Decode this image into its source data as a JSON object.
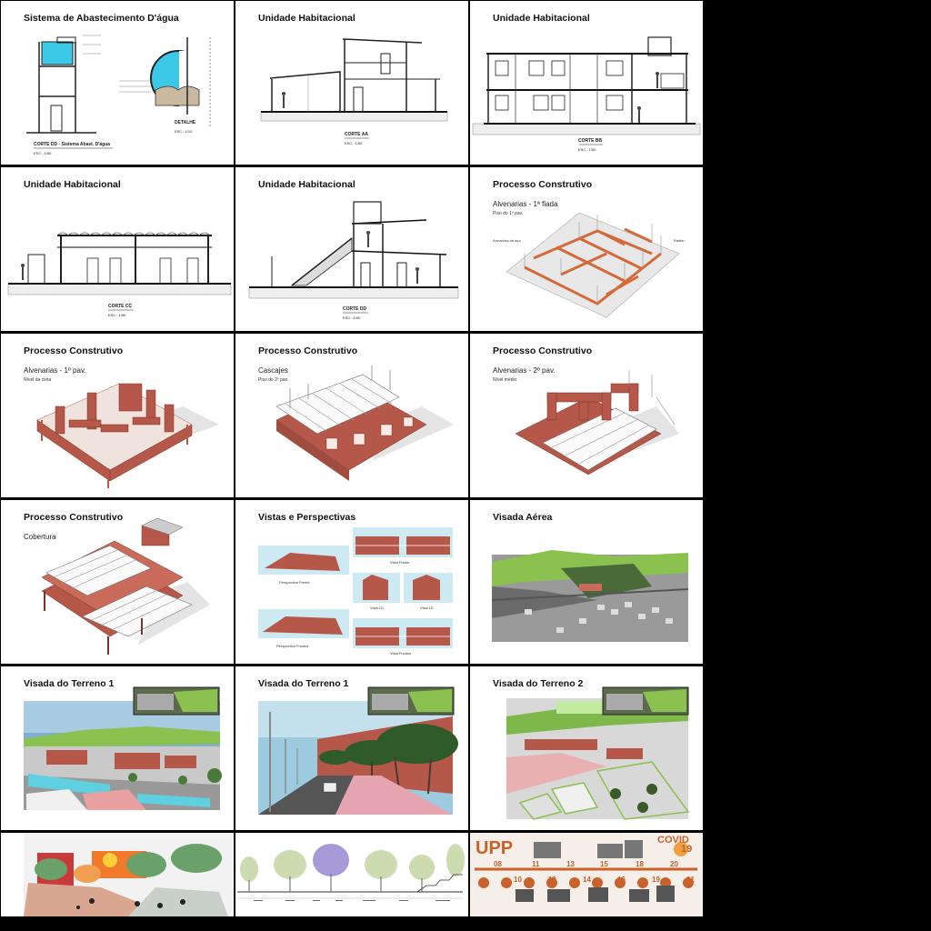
{
  "panels": {
    "p1": {
      "title": "Sistema de Abastecimento D'água",
      "caption": "CORTE DD - Sistema Abast. D'água",
      "scale": "ESC.: 1/50",
      "detail": "DETALHE",
      "detail_scale": "ESC.: 1/10"
    },
    "p2": {
      "title": "Unidade Habitacional",
      "caption": "CORTE AA",
      "scale": "ESC.: 1/50"
    },
    "p3": {
      "title": "Unidade Habitacional",
      "caption": "CORTE BB",
      "scale": "ESC.: 1/50"
    },
    "p4": {
      "title": "Unidade Habitacional",
      "caption": "CORTE CC",
      "scale": "ESC.: 1/50"
    },
    "p5": {
      "title": "Unidade Habitacional",
      "caption": "CORTE DD",
      "scale": "ESC.: 1/50"
    },
    "p6": {
      "title": "Processo Construtivo",
      "subtitle": "Alvenarias - 1ª fiada",
      "note": "Piso do 1º pav.",
      "label_left": "Armadura de aço",
      "label_right": "Radier"
    },
    "p7": {
      "title": "Processo Construtivo",
      "subtitle": "Alvenarias - 1º pav.",
      "note": "Nível da cinta"
    },
    "p8": {
      "title": "Processo Construtivo",
      "subtitle": "Cascajes",
      "note": "Piso do 2º pav."
    },
    "p9": {
      "title": "Processo Construtivo",
      "subtitle": "Alvenarias - 2º pav.",
      "note": "Nível médio"
    },
    "p10": {
      "title": "Processo Construtivo",
      "subtitle": "Cobertura"
    },
    "p11": {
      "title": "Vistas e Perspectivas",
      "labels": [
        "Perspectiva Frente",
        "Vista Frente",
        "Vista LD",
        "Vista LE",
        "Perspectiva Fundos",
        "Vista Fundos"
      ]
    },
    "p12": {
      "title": "Visada Aérea"
    },
    "p13": {
      "title": "Visada do Terreno 1"
    },
    "p14": {
      "title": "Visada do Terreno 1"
    },
    "p15": {
      "title": "Visada do Terreno 2"
    },
    "p18": {
      "brand_left": "UPP",
      "brand_right": "COVID",
      "brand_num": "19",
      "years": [
        "08",
        "10",
        "11",
        "12",
        "13",
        "14",
        "15",
        "16",
        "18",
        "19",
        "20",
        "21"
      ]
    }
  },
  "colors": {
    "background": "#000000",
    "panel": "#ffffff",
    "brick": "#b5584a",
    "sky": "#bfe3f0",
    "grass": "#7fb84a",
    "pink_pavement": "#e8a8a8",
    "timeline_orange": "#c8622a"
  }
}
